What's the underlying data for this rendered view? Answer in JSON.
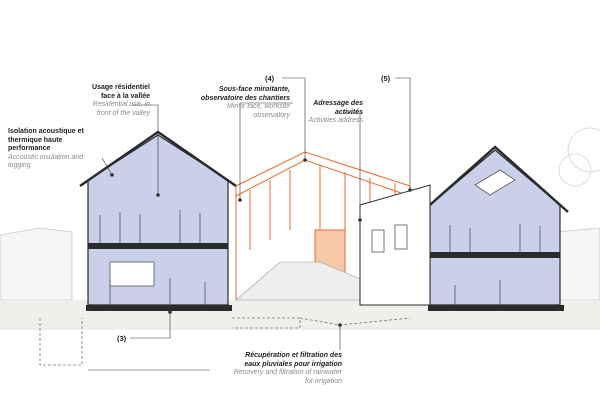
{
  "labels": {
    "residential": {
      "fr": "Usage résidentiel face à la vallée",
      "en": "Residential use, in front of the valley"
    },
    "isolation": {
      "fr": "Isolation acoustique et thermique haute performance",
      "en": "Accoustic insulation and logging"
    },
    "mirror": {
      "fr": "Sous-face miroitante, observatoire des chantiers",
      "en": "Mirror face, worksite observatory"
    },
    "address": {
      "fr": "Adressage des activités",
      "en": "Activities address"
    },
    "rainwater": {
      "fr": "Récupération et filtration des eaux pluviales pour irrigation",
      "en": "Recovery and filtration of rainwater for irrigation"
    }
  },
  "markers": {
    "m3": "(3)",
    "m4": "(4)",
    "m5": "(5)"
  },
  "colors": {
    "building_fill": "#c9d1ea",
    "structure_orange": "#e86a2b",
    "line": "#2b2b2b",
    "ground": "#f0efec"
  }
}
